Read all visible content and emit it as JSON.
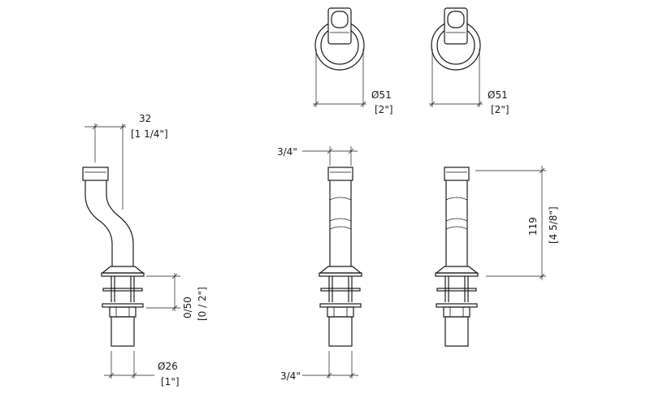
{
  "dimensions": {
    "offset_mm": "32",
    "offset_in": "[1 1/4\"]",
    "flange_dia_mm_left": "Ø51",
    "flange_dia_in_left": "[2\"]",
    "flange_dia_mm_right": "Ø51",
    "flange_dia_in_right": "[2\"]",
    "top_width": "3/4\"",
    "bottom_width": "3/4\"",
    "thickness_mm": "0/50",
    "thickness_in": "[0 / 2\"]",
    "shank_dia_mm": "Ø26",
    "shank_dia_in": "[1\"]",
    "height_mm": "119",
    "height_in": "[4 5/8\"]"
  }
}
